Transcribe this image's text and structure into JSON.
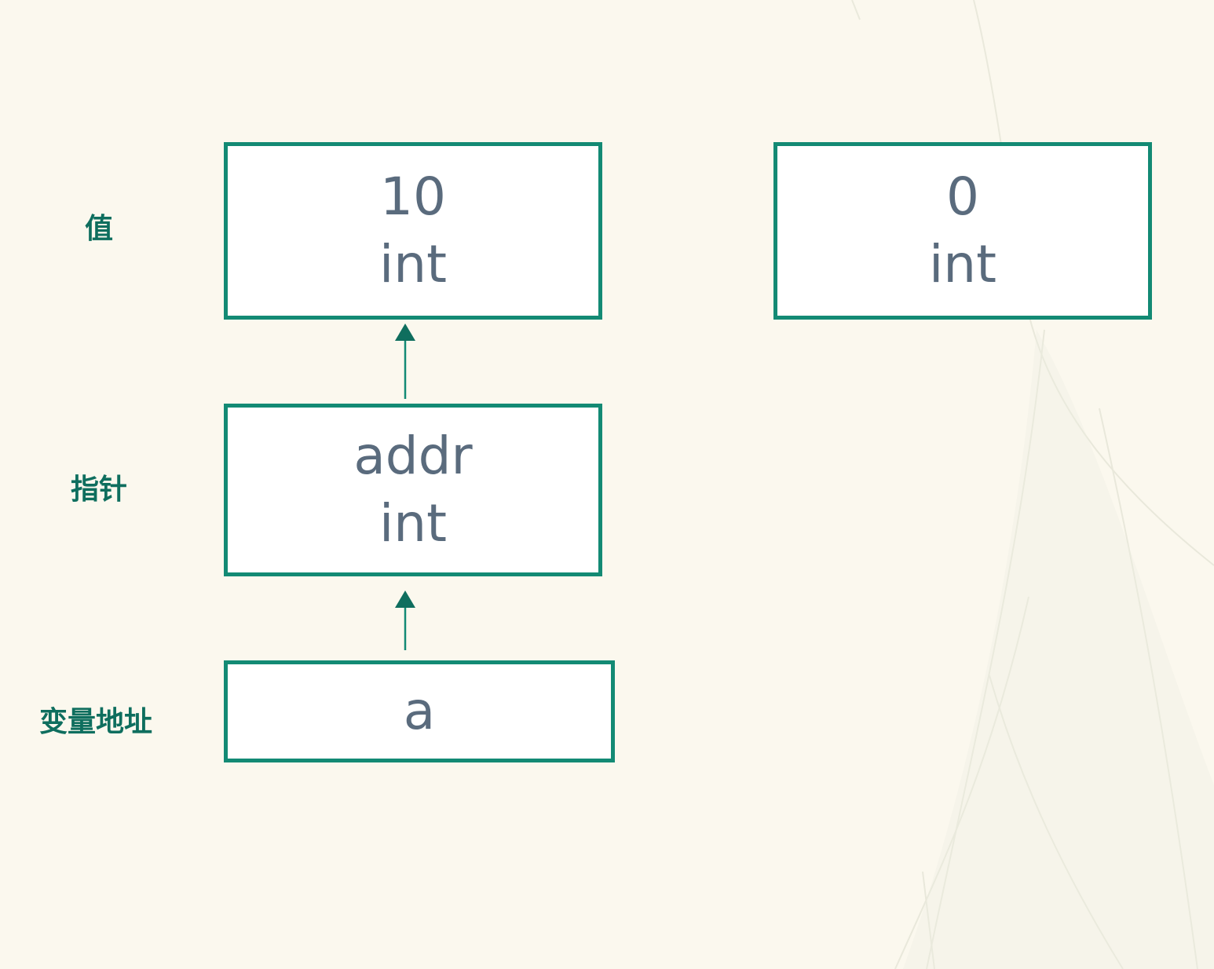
{
  "colors": {
    "background": "#fbf8ee",
    "accent": "#138a74",
    "label_text": "#0e6e5e",
    "box_text": "#5a6b7d",
    "box_fill": "#ffffff"
  },
  "rows": {
    "value_label": "值",
    "pointer_label": "指针",
    "variable_address_label": "变量地址"
  },
  "boxes": {
    "value_a": {
      "value": "10",
      "type": "int"
    },
    "value_b": {
      "value": "0",
      "type": "int"
    },
    "pointer": {
      "value": "addr",
      "type": "int"
    },
    "variable": {
      "name": "a"
    }
  }
}
